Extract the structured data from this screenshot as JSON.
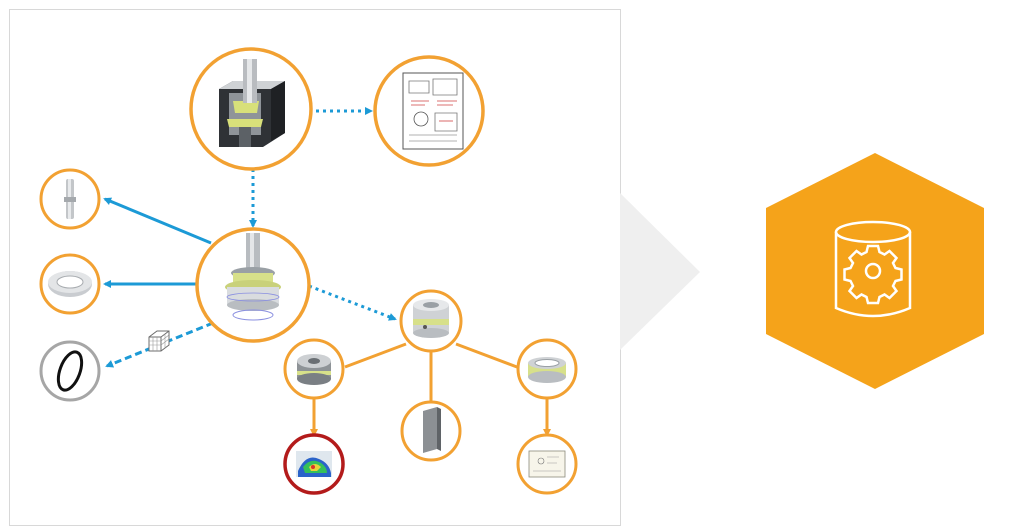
{
  "colors": {
    "node_border": "#F2A132",
    "node_border_grey": "#A6A6A6",
    "node_border_red": "#B31B1B",
    "blue_link": "#1C9AD6",
    "orange_link": "#F2A132",
    "chevron": "#EFEFEF",
    "hexagon": "#F5A31A",
    "icon_stroke": "#FFFFFF"
  },
  "icons": {
    "hexagon": "database-gear-icon",
    "chevron": "chevron-right-icon"
  },
  "diagram": {
    "nodes": [
      {
        "id": "valve-assembly",
        "icon": "valve-assembly-cutaway-icon",
        "border": "orange"
      },
      {
        "id": "assembly-drawing",
        "icon": "technical-drawing-icon",
        "border": "orange"
      },
      {
        "id": "cartridge",
        "icon": "cartridge-assembly-icon",
        "border": "orange"
      },
      {
        "id": "stem",
        "icon": "stem-shaft-icon",
        "border": "orange"
      },
      {
        "id": "bearing",
        "icon": "ball-bearing-icon",
        "border": "orange"
      },
      {
        "id": "o-ring",
        "icon": "o-ring-icon",
        "border": "grey"
      },
      {
        "id": "housing",
        "icon": "housing-part-icon",
        "border": "orange"
      },
      {
        "id": "bushing",
        "icon": "bushing-part-icon",
        "border": "orange"
      },
      {
        "id": "plate",
        "icon": "plate-part-icon",
        "border": "orange"
      },
      {
        "id": "ring",
        "icon": "ring-part-icon",
        "border": "orange"
      },
      {
        "id": "fea-result",
        "icon": "simulation-result-icon",
        "border": "red"
      },
      {
        "id": "part-drawing",
        "icon": "part-drawing-icon",
        "border": "orange"
      }
    ],
    "links": [
      {
        "from": "valve-assembly",
        "to": "assembly-drawing",
        "style": "dotted-blue"
      },
      {
        "from": "valve-assembly",
        "to": "cartridge",
        "style": "dotted-blue"
      },
      {
        "from": "cartridge",
        "to": "stem",
        "style": "solid-blue"
      },
      {
        "from": "cartridge",
        "to": "bearing",
        "style": "solid-blue"
      },
      {
        "from": "cartridge",
        "to": "o-ring",
        "style": "dashed-blue"
      },
      {
        "from": "cartridge",
        "to": "housing",
        "style": "dotted-blue"
      },
      {
        "from": "housing",
        "to": "bushing",
        "style": "solid-orange"
      },
      {
        "from": "housing",
        "to": "plate",
        "style": "solid-orange"
      },
      {
        "from": "housing",
        "to": "ring",
        "style": "solid-orange"
      },
      {
        "from": "bushing",
        "to": "fea-result",
        "style": "solid-orange"
      },
      {
        "from": "ring",
        "to": "part-drawing",
        "style": "solid-orange"
      }
    ]
  }
}
